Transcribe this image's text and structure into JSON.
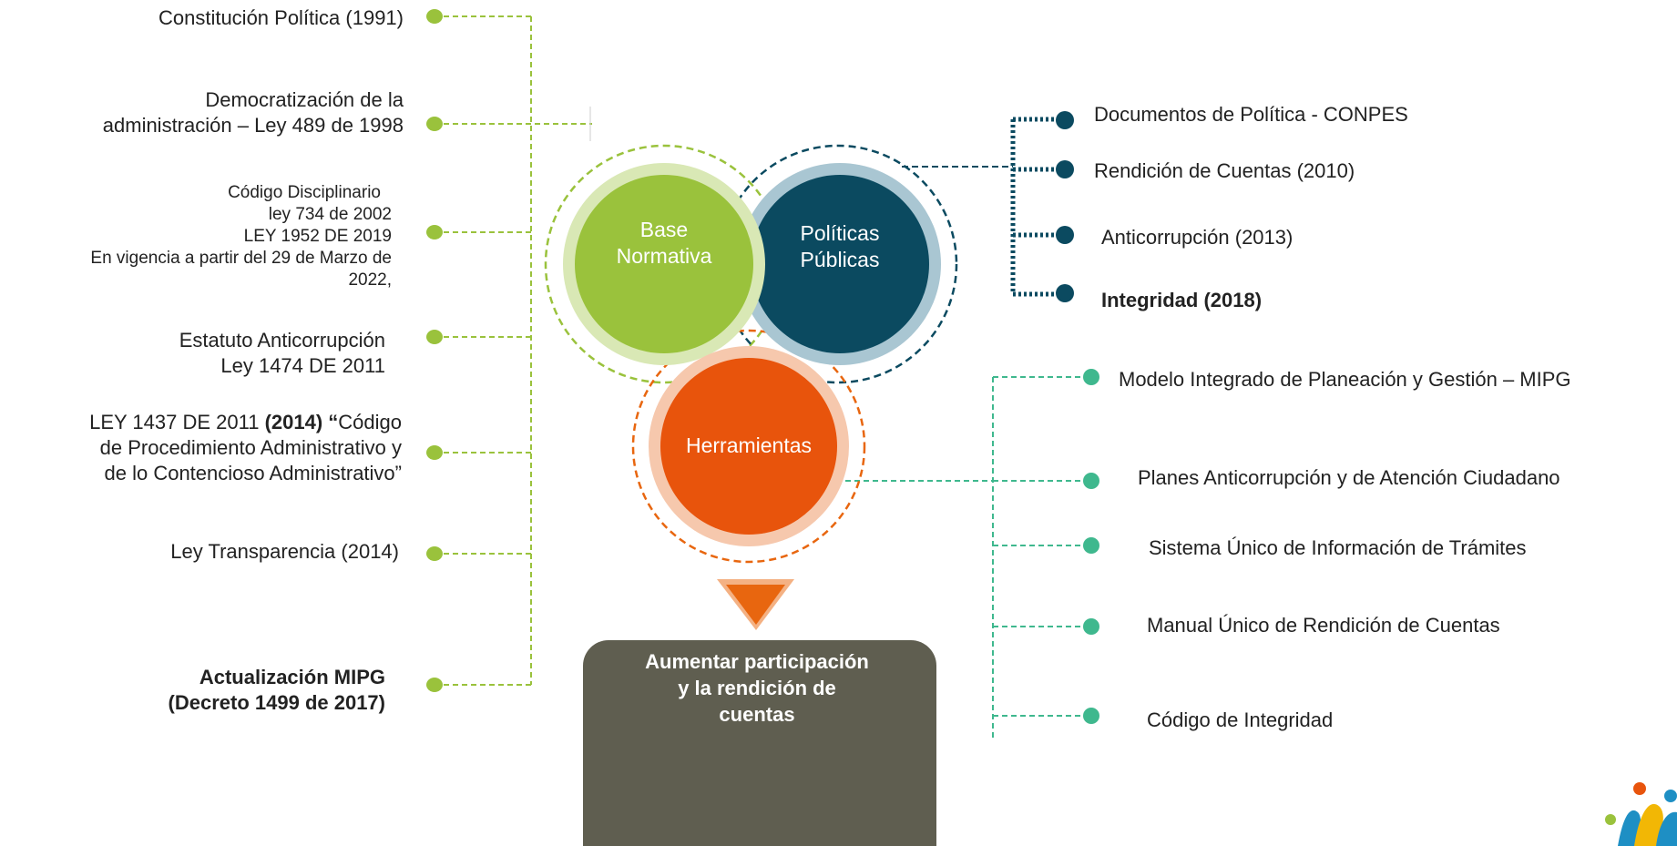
{
  "circles": {
    "base_normativa": [
      "Base",
      "Normativa"
    ],
    "politicas_publicas": [
      "Políticas",
      "Públicas"
    ],
    "herramientas": "Herramientas"
  },
  "left_items": [
    {
      "lines": [
        "Constitución Política (1991)"
      ]
    },
    {
      "lines": [
        "Democratización de la",
        "administración – Ley 489 de 1998"
      ]
    },
    {
      "lines": [
        "Código Disciplinario",
        "ley 734 de 2002",
        "LEY 1952 DE 2019",
        "En vigencia a partir del 29 de Marzo de",
        "2022,"
      ]
    },
    {
      "lines": [
        "Estatuto Anticorrupción ",
        "Ley 1474 DE 2011 "
      ]
    },
    {
      "lines": [
        "LEY 1437 DE 2011 ",
        "(2014) “",
        "Código",
        "de Procedimiento Administrativo y",
        "de lo Contencioso Administrativo”"
      ]
    },
    {
      "lines": [
        "Ley Transparencia  (2014)"
      ]
    },
    {
      "lines": [
        "Actualización MIPG ",
        "(Decreto 1499 de 2017)"
      ]
    }
  ],
  "policy_items": [
    {
      "label": "Documentos de Política - CONPES"
    },
    {
      "label": "Rendición de Cuentas (2010)"
    },
    {
      "label": "Anticorrupción (2013)"
    },
    {
      "label": "Integridad (2018)"
    }
  ],
  "tool_items": [
    {
      "label": "Modelo Integrado de Planeación y Gestión – MIPG"
    },
    {
      "label": "Planes Anticorrupción y de Atención Ciudadano"
    },
    {
      "label": "Sistema Único de Información de Trámites"
    },
    {
      "label": "Manual Único de Rendición de Cuentas"
    },
    {
      "label": "Código de Integridad"
    }
  ],
  "outcome": [
    "Aumentar participación",
    "y la rendición de",
    "cuentas"
  ],
  "colors": {
    "green_primary": "#9ac23c",
    "green_light": "#d9e8b5",
    "navy_primary": "#0b4a60",
    "navy_light": "#a9c6d2",
    "orange_primary": "#e8540c",
    "orange_light": "#f6c8ad",
    "teal_connector": "#3fb88e",
    "outcome_box": "#5f5e50",
    "arrow_orange": "#e8660f"
  }
}
